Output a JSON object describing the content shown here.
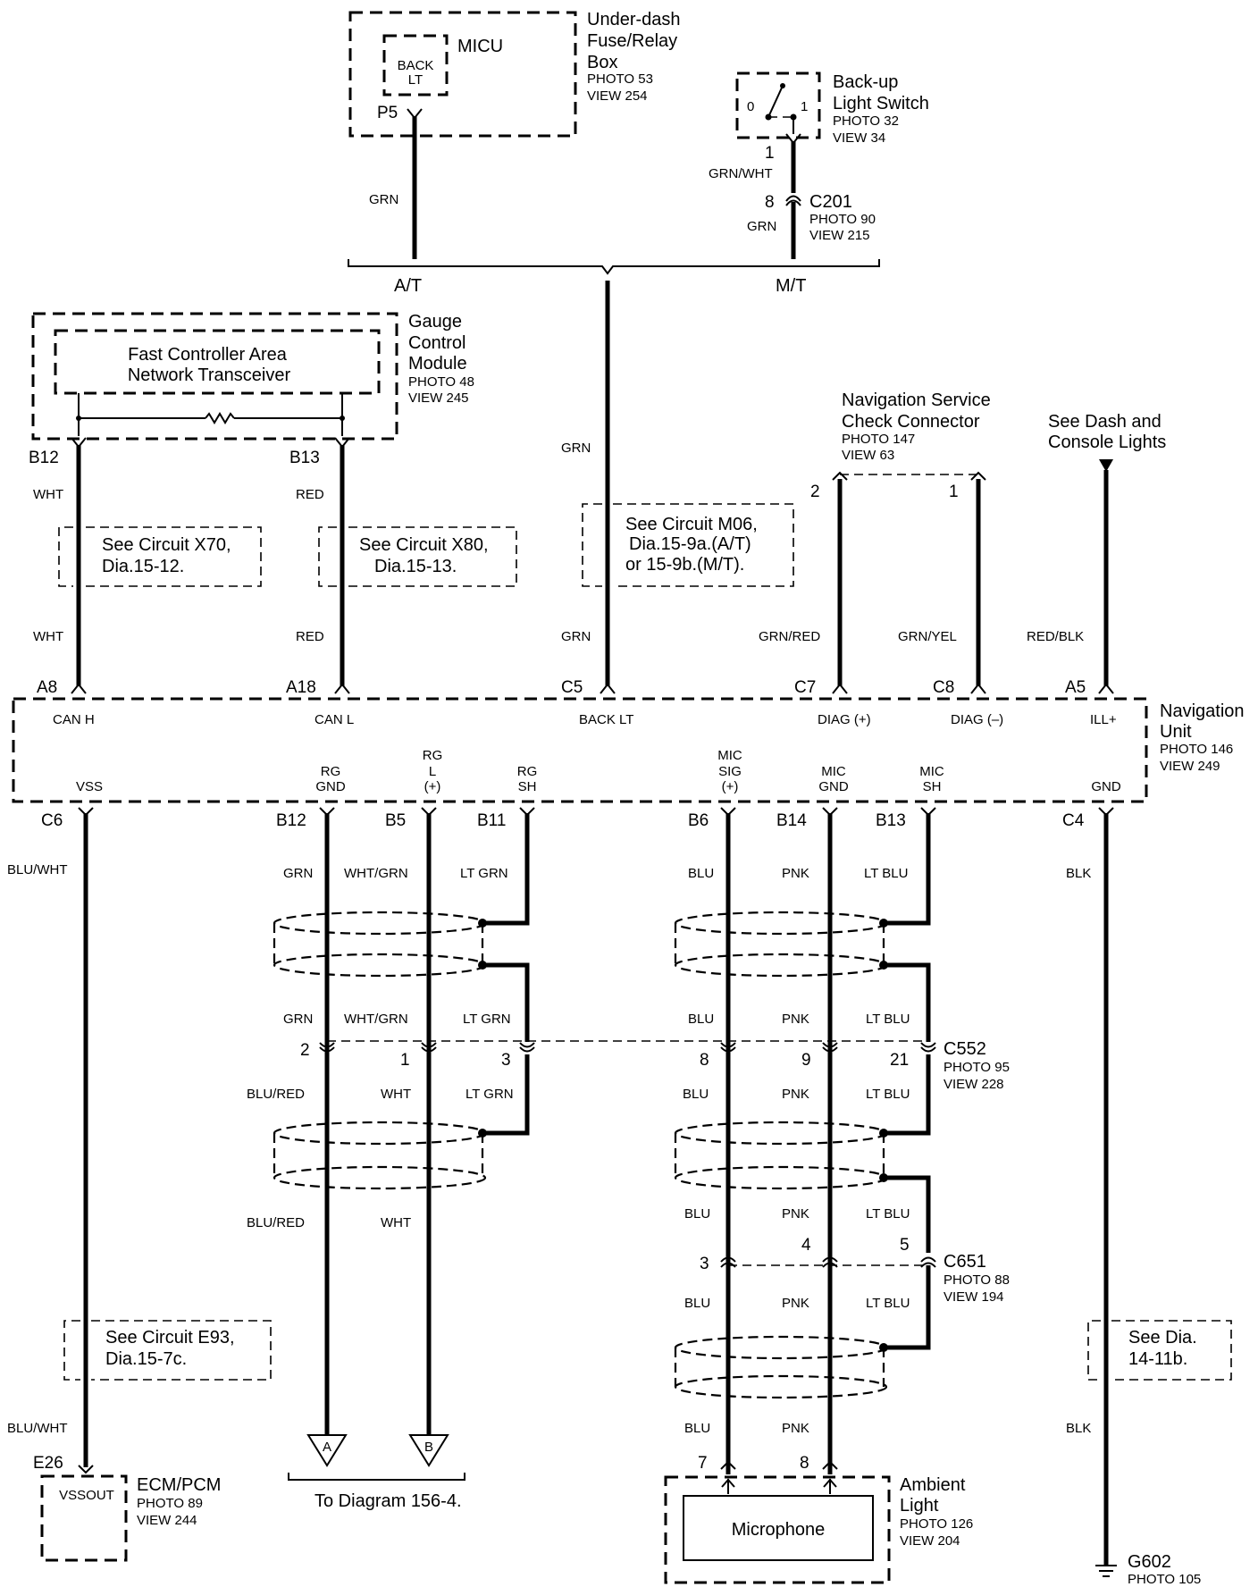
{
  "micu": {
    "box_title": [
      "Under-dash",
      "Fuse/Relay",
      "Box"
    ],
    "photo": "PHOTO 53",
    "view": "VIEW 254",
    "name": "MICU",
    "inner": [
      "BACK",
      "LT"
    ],
    "pin": "P5",
    "wire": "GRN"
  },
  "backup_switch": {
    "title": [
      "Back-up",
      "Light Switch"
    ],
    "photo": "PHOTO 32",
    "view": "VIEW 34",
    "pos0": "0",
    "pos1": "1",
    "pin": "1",
    "wire_top": "GRN/WHT",
    "pin2": "8",
    "wire_bottom": "GRN"
  },
  "c201": {
    "name": "C201",
    "photo": "PHOTO 90",
    "view": "VIEW 215"
  },
  "bus": {
    "left": "A/T",
    "right": "M/T",
    "wire": "GRN",
    "wire2": "GRN"
  },
  "gauge": {
    "title": [
      "Gauge",
      "Control",
      "Module"
    ],
    "photo": "PHOTO 48",
    "view": "VIEW 245",
    "inner": [
      "Fast Controller Area",
      "Network Transceiver"
    ],
    "pin_left": "B12",
    "pin_right": "B13",
    "wire_left": "WHT",
    "wire_right": "RED"
  },
  "refs": {
    "x70": [
      "See Circuit X70,",
      "Dia.15-12."
    ],
    "x80": [
      "See Circuit X80,",
      "Dia.15-13."
    ],
    "m06": [
      "See Circuit M06,",
      "Dia.15-9a.(A/T)",
      "or 15-9b.(M/T)."
    ],
    "e93": [
      "See Circuit E93,",
      "Dia.15-7c."
    ],
    "dia14": [
      "See Dia.",
      "14-11b."
    ],
    "dash": [
      "See Dash and",
      "Console Lights"
    ]
  },
  "nav_check": {
    "title": [
      "Navigation Service",
      "Check Connector"
    ],
    "photo": "PHOTO 147",
    "view": "VIEW 63",
    "pin_left": "2",
    "pin_right": "1",
    "wire_left": "GRN/RED",
    "wire_right": "GRN/YEL"
  },
  "nav_unit": {
    "title": [
      "Navigation",
      "Unit"
    ],
    "photo": "PHOTO 146",
    "view": "VIEW 249",
    "top_pins": [
      {
        "pin": "A8",
        "sig": "CAN H",
        "wire": "WHT"
      },
      {
        "pin": "A18",
        "sig": "CAN L",
        "wire": "RED"
      },
      {
        "pin": "C5",
        "sig": "BACK LT",
        "wire": "GRN"
      },
      {
        "pin": "C7",
        "sig": "DIAG (+)"
      },
      {
        "pin": "C8",
        "sig": "DIAG (–)"
      },
      {
        "pin": "A5",
        "sig": "ILL+",
        "wire": "RED/BLK"
      }
    ],
    "bottom_pins": [
      {
        "pin": "C6",
        "sig": [
          "VSS"
        ]
      },
      {
        "pin": "B12",
        "sig": [
          "RG",
          "GND"
        ]
      },
      {
        "pin": "B5",
        "sig": [
          "RG",
          "L",
          "(+)"
        ]
      },
      {
        "pin": "B11",
        "sig": [
          "RG",
          "SH"
        ]
      },
      {
        "pin": "B6",
        "sig": [
          "MIC",
          "SIG",
          "(+)"
        ]
      },
      {
        "pin": "B14",
        "sig": [
          "MIC",
          "GND"
        ]
      },
      {
        "pin": "B13",
        "sig": [
          "MIC",
          "SH"
        ]
      },
      {
        "pin": "C4",
        "sig": [
          "GND"
        ]
      }
    ]
  },
  "wires_below_unit": {
    "vss": "BLU/WHT",
    "rg_gnd": "GRN",
    "rg_l": "WHT/GRN",
    "rg_sh": "LT GRN",
    "mic_sig": "BLU",
    "mic_gnd": "PNK",
    "mic_sh": "LT BLU",
    "gnd": "BLK"
  },
  "c552": {
    "name": "C552",
    "photo": "PHOTO 95",
    "view": "VIEW 228",
    "pins": [
      "2",
      "1",
      "3",
      "8",
      "9",
      "21"
    ]
  },
  "below_c552": [
    "BLU/RED",
    "WHT",
    "LT GRN",
    "BLU",
    "PNK",
    "LT BLU"
  ],
  "below_shield2": [
    "BLU/RED",
    "WHT",
    "BLU",
    "PNK",
    "LT BLU"
  ],
  "c651": {
    "name": "C651",
    "photo": "PHOTO 88",
    "view": "VIEW 194",
    "pins": [
      "3",
      "4",
      "5"
    ],
    "wires_below": [
      "BLU",
      "PNK",
      "LT BLU"
    ]
  },
  "lower_wires": {
    "vss": "BLU/WHT",
    "mic_sig": "BLU",
    "mic_gnd": "PNK",
    "gnd": "BLK"
  },
  "ecm": {
    "pin": "E26",
    "inner": "VSSOUT",
    "title": "ECM/PCM",
    "photo": "PHOTO 89",
    "view": "VIEW 244"
  },
  "diagram_ref": {
    "a": "A",
    "b": "B",
    "text": "To Diagram 156-4."
  },
  "ambient": {
    "pins": [
      "7",
      "8"
    ],
    "title": [
      "Ambient",
      "Light"
    ],
    "photo": "PHOTO 126",
    "view": "VIEW 204",
    "inner": "Microphone"
  },
  "ground": {
    "name": "G602",
    "photo": "PHOTO 105"
  }
}
